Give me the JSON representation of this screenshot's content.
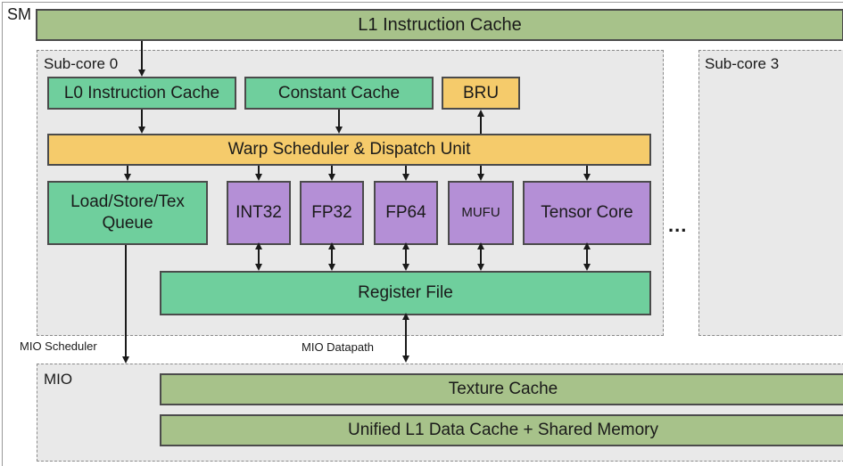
{
  "sm_label": "SM",
  "l1_instruction_cache": "L1 Instruction Cache",
  "subcore0": {
    "title": "Sub-core 0",
    "l0_instruction_cache": "L0 Instruction Cache",
    "constant_cache": "Constant Cache",
    "bru": "BRU",
    "warp_scheduler": "Warp Scheduler & Dispatch Unit",
    "load_store_tex_line1": "Load/Store/Tex",
    "load_store_tex_line2": "Queue",
    "int32": "INT32",
    "fp32": "FP32",
    "fp64": "FP64",
    "mufu": "MUFU",
    "tensor_core": "Tensor Core",
    "register_file": "Register File"
  },
  "subcore3_title": "Sub-core 3",
  "ellipsis": "...",
  "mio_scheduler": "MIO Scheduler",
  "mio_datapath": "MIO Datapath",
  "mio": {
    "title": "MIO",
    "texture_cache": "Texture Cache",
    "unified_l1": "Unified L1 Data Cache + Shared Memory"
  },
  "colors": {
    "olive": "#a7c28a",
    "teal": "#6fcf9d",
    "gold": "#f5cb6b",
    "purple": "#b48fd6"
  }
}
